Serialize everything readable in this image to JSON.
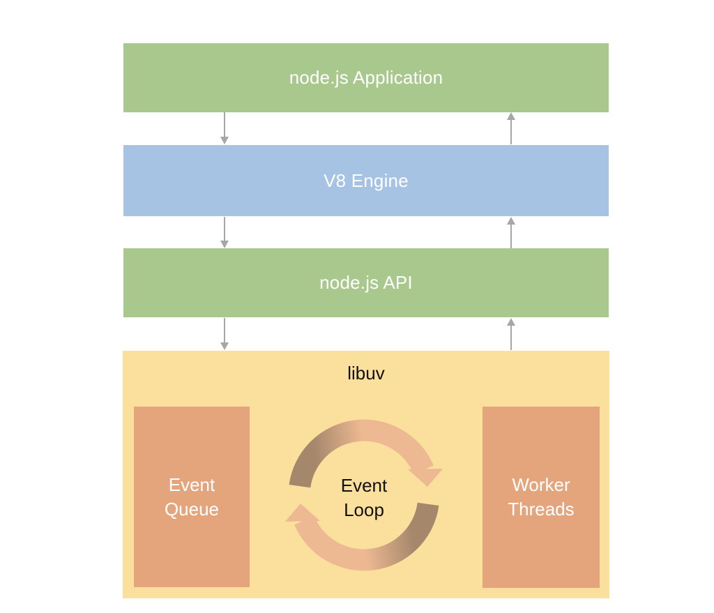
{
  "layers": [
    {
      "label": "node.js Application"
    },
    {
      "label": "V8 Engine"
    },
    {
      "label": "node.js API"
    }
  ],
  "libuv": {
    "label": "libuv",
    "event_queue": [
      "Event",
      "Queue"
    ],
    "event_loop": [
      "Event",
      "Loop"
    ],
    "worker_threads": [
      "Worker",
      "Threads"
    ]
  },
  "colors": {
    "layer-green": "#a9c88e",
    "layer-blue": "#a6c3e4",
    "libuv-yellow": "#fbdf9d",
    "inner-orange": "#e4a57d",
    "loop-dark": "#a5876c",
    "loop-salmon": "#edb992",
    "arrow-gray": "#a6a6a6",
    "text-light": "#ffffff",
    "text-dark": "#111111"
  }
}
